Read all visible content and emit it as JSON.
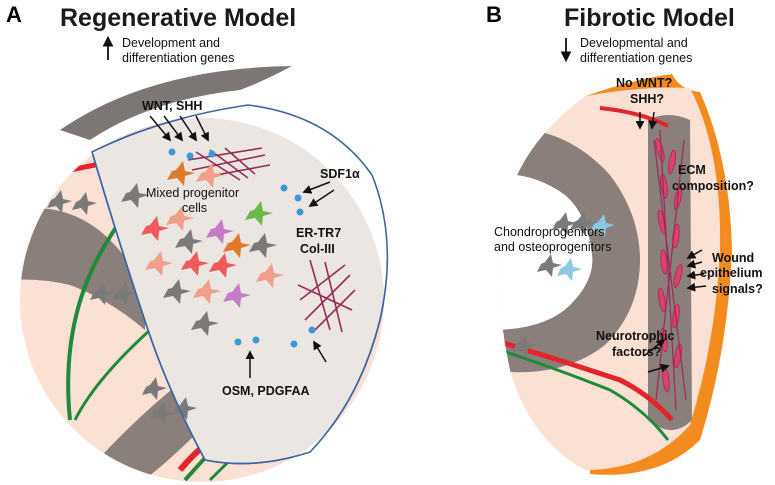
{
  "panel_a": {
    "letter": "A",
    "title": "Regenerative Model",
    "direction_note_line1": "Development and",
    "direction_note_line2": "differentiation genes",
    "label_wnt_shh": "WNT, SHH",
    "label_sdf": "SDF1α",
    "label_mixed_line1": "Mixed progenitor",
    "label_mixed_line2": "cells",
    "label_ertr7_line1": "ER-TR7",
    "label_ertr7_line2": "Col-III",
    "label_osm": "OSM, PDGFAA"
  },
  "panel_b": {
    "letter": "B",
    "title": "Fibrotic Model",
    "direction_note_line1": "Developmental and",
    "direction_note_line2": "differentiation genes",
    "label_nownt_line1": "No WNT?",
    "label_nownt_line2": "SHH?",
    "label_ecm_line1": "ECM",
    "label_ecm_line2": "composition?",
    "label_chondro_line1": "Chondroprogenitors",
    "label_chondro_line2": "and osteoprogenitors",
    "label_wound_line1": "Wound",
    "label_wound_line2": "epithelium",
    "label_wound_line3": "signals?",
    "label_neuro_line1": "Neurotrophic",
    "label_neuro_line2": "factors?"
  },
  "colors": {
    "epidermis": "#f38b1f",
    "dermis": "#fbe0d4",
    "bone": "#8a7f7b",
    "blastema": "#ebe6e2",
    "blastema_border": "#3f64a6",
    "nerve": "#1e8a3a",
    "vessel": "#e4242b",
    "ecm_fiber": "#9b2a5a",
    "growth_factor": "#3a9ad6",
    "scar_cells": "#e0406a"
  },
  "icons": [
    "up-arrow-icon",
    "down-arrow-icon",
    "progenitor-cell-icon",
    "fibroblast-icon",
    "growth-factor-dot-icon"
  ]
}
